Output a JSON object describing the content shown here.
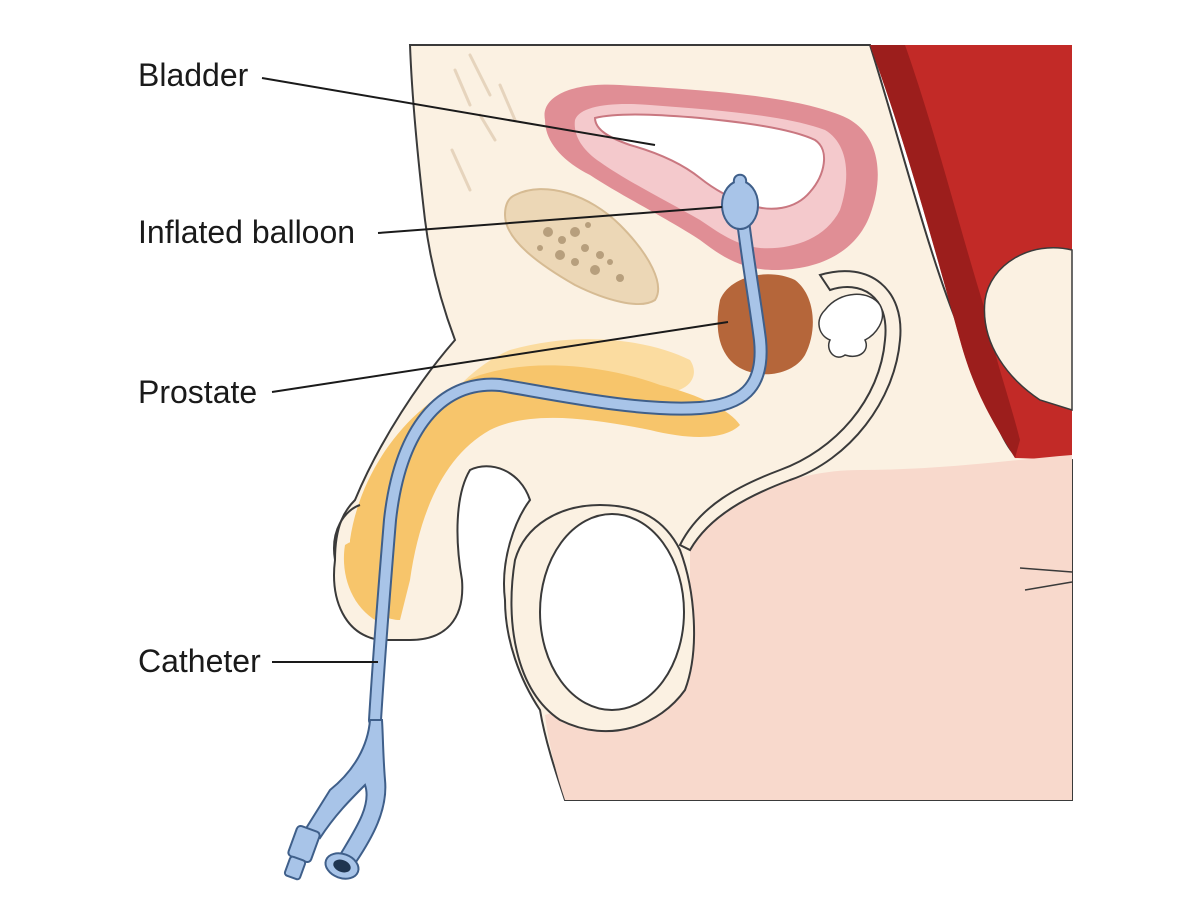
{
  "labels": {
    "bladder": "Bladder",
    "inflated_balloon": "Inflated balloon",
    "prostate": "Prostate",
    "catheter": "Catheter"
  },
  "colors": {
    "skin": "#fbf1e2",
    "skin_outline": "#3a3a3a",
    "muscle": "#c22a27",
    "muscle_dark": "#8f1b1a",
    "bladder_wall": "#e08e95",
    "bladder_inner": "#f4c9cc",
    "bone": "#ecd7b6",
    "bone_spots": "#b79f7d",
    "prostate": "#b5663a",
    "erectile_tissue": "#f7c56b",
    "erectile_light": "#fbdca0",
    "scrotum_skin": "#f8d9cc",
    "catheter": "#a8c4e8",
    "catheter_outline": "#3f5f8a"
  }
}
